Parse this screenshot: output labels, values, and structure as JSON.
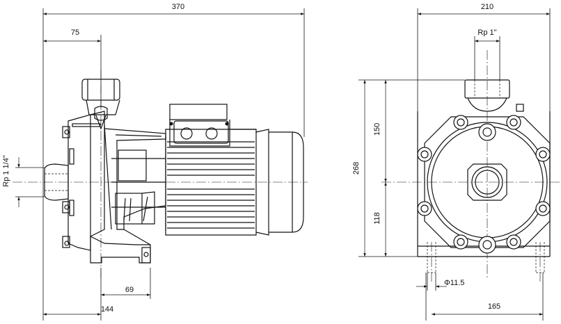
{
  "drawing": {
    "dimensions": {
      "overall_length": "370",
      "suction_offset": "75",
      "foot_width": "69",
      "foot_offset": "144",
      "inlet_thread": "Rp 1 1/4\"",
      "overall_width": "210",
      "outlet_thread": "Rp 1\"",
      "overall_height": "268",
      "upper_height": "150",
      "shaft_height": "118",
      "bolt_hole": "Φ11.5",
      "bolt_spacing": "165"
    }
  }
}
